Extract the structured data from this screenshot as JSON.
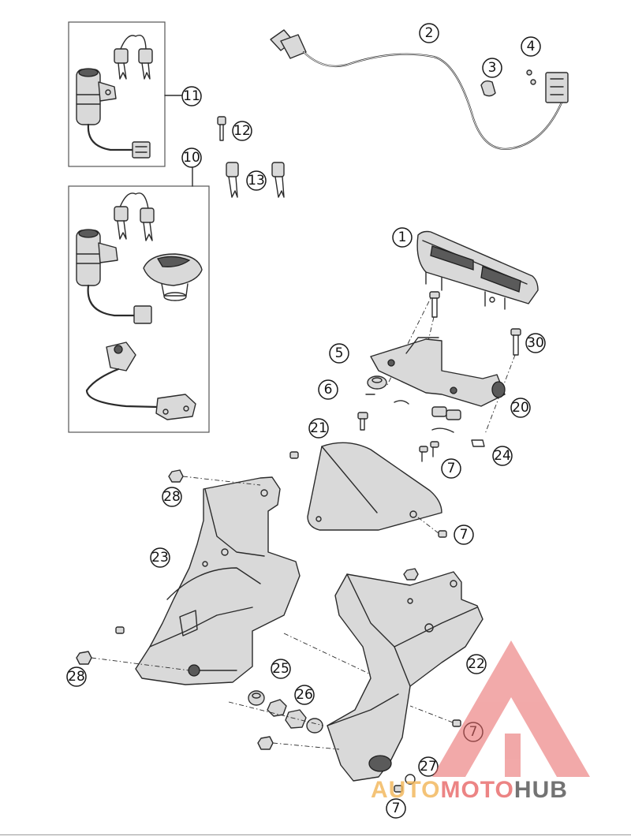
{
  "callouts": [
    {
      "num": "1"
    },
    {
      "num": "2"
    },
    {
      "num": "3"
    },
    {
      "num": "4"
    },
    {
      "num": "5"
    },
    {
      "num": "6"
    },
    {
      "num": "7"
    },
    {
      "num": "7"
    },
    {
      "num": "7"
    },
    {
      "num": "7"
    },
    {
      "num": "10"
    },
    {
      "num": "11"
    },
    {
      "num": "12"
    },
    {
      "num": "13"
    },
    {
      "num": "20"
    },
    {
      "num": "21"
    },
    {
      "num": "22"
    },
    {
      "num": "23"
    },
    {
      "num": "24"
    },
    {
      "num": "25"
    },
    {
      "num": "26"
    },
    {
      "num": "27"
    },
    {
      "num": "28"
    },
    {
      "num": "28"
    },
    {
      "num": "30"
    }
  ],
  "watermark": {
    "part1": "AUTO",
    "part2": "MOTO",
    "part3": "HUB",
    "color1": "#f2b75a",
    "color2": "#e86a6a",
    "color3": "#555555"
  }
}
